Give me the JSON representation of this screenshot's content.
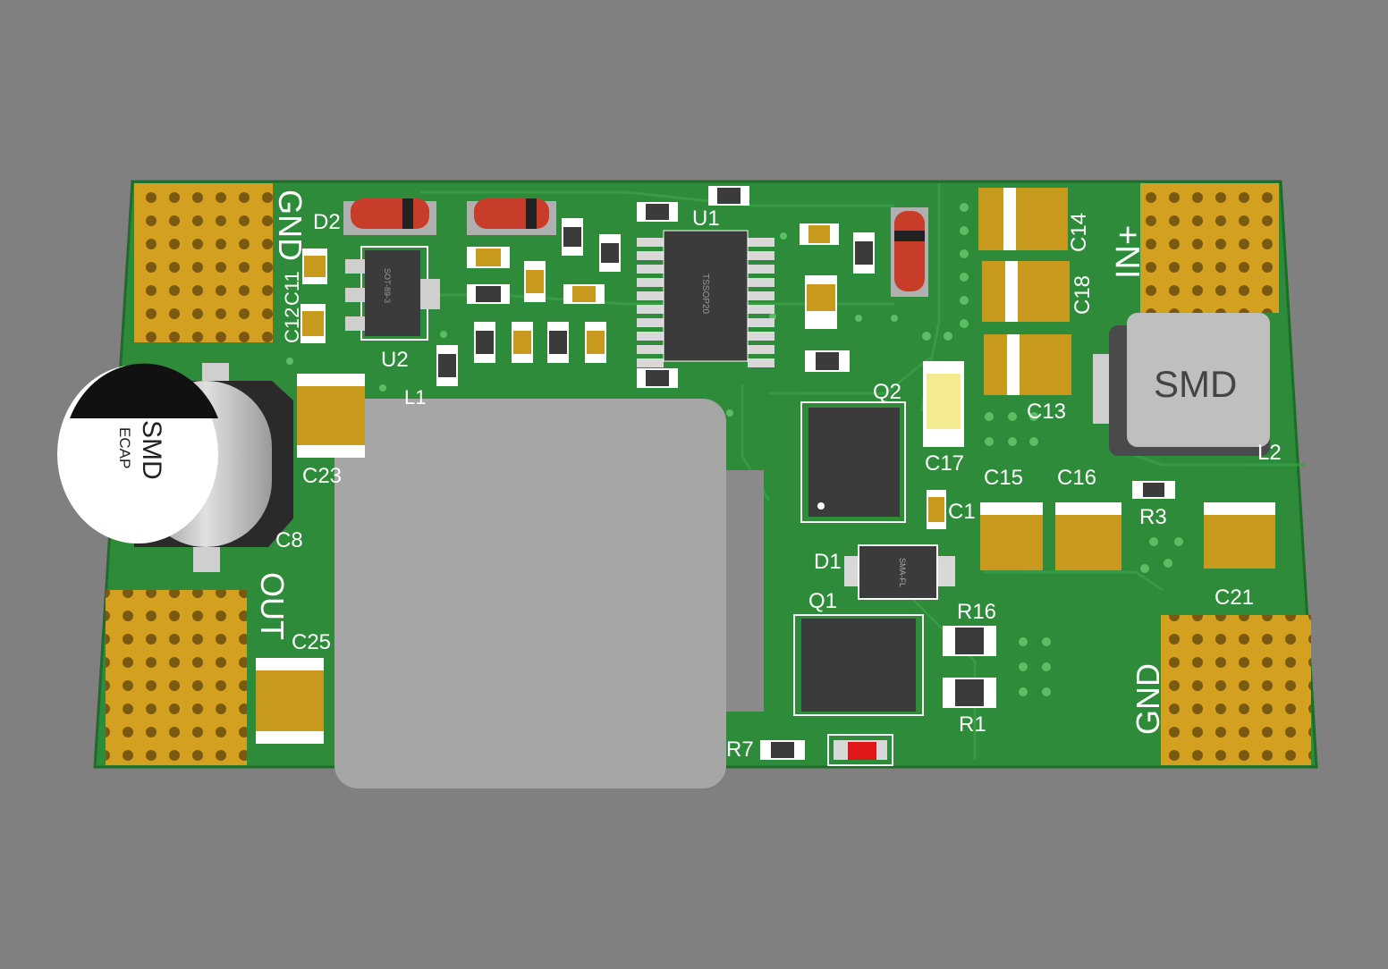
{
  "board": {
    "colors": {
      "background": "#808080",
      "board": "#2e8b3a",
      "board_edge": "#1f6b29",
      "pad": "#d4a020",
      "trace": "#3aa046",
      "silk": "#ffffff"
    }
  },
  "labels": {
    "gnd_left": "GND",
    "gnd_right": "GND",
    "in_plus": "IN+",
    "out": "OUT",
    "d2": "D2",
    "u1": "U1",
    "u2": "U2",
    "c11": "C11",
    "c12": "C12",
    "c14": "C14",
    "c18": "C18",
    "c13": "C13",
    "c23": "C23",
    "c8": "C8",
    "c25": "C25",
    "q2": "Q2",
    "c17": "C17",
    "c15": "C15",
    "c16": "C16",
    "c1": "C1",
    "r3": "R3",
    "l2": "L2",
    "c21": "C21",
    "d1": "D1",
    "q1": "Q1",
    "r16": "R16",
    "r1": "R1",
    "r7": "R7",
    "l1": "L1"
  },
  "components": {
    "ecap_line1": "SMD",
    "ecap_line2": "ECAP",
    "inductor_l2": "SMD",
    "sot89": "SOT-89-3",
    "tssop": "TSSOP20",
    "smafl": "SMA-FL"
  }
}
